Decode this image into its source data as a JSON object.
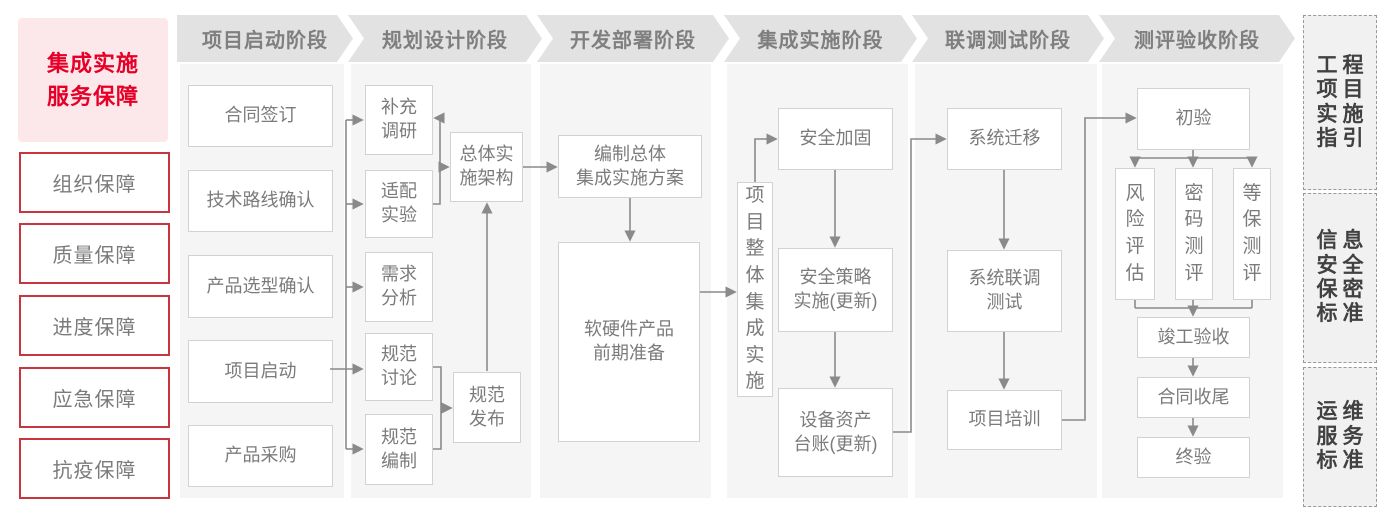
{
  "sidebar": {
    "title": {
      "line1": "集成实施",
      "line2": "服务保障"
    },
    "items": [
      {
        "label": "组织保障"
      },
      {
        "label": "质量保障"
      },
      {
        "label": "进度保障"
      },
      {
        "label": "应急保障"
      },
      {
        "label": "抗疫保障"
      }
    ]
  },
  "phases": [
    {
      "label": "项目启动阶段",
      "boxes": [
        {
          "id": "contract-signing",
          "label": "合同签订"
        },
        {
          "id": "tech-route-confirm",
          "label": "技术路线确认"
        },
        {
          "id": "product-selection-confirm",
          "label": "产品选型确认"
        },
        {
          "id": "project-kickoff",
          "label": "项目启动"
        },
        {
          "id": "product-procurement",
          "label": "产品采购"
        }
      ]
    },
    {
      "label": "规划设计阶段",
      "boxes": [
        {
          "id": "supplementary-research",
          "label": "补充\n调研"
        },
        {
          "id": "adaptation-experiment",
          "label": "适配\n实验"
        },
        {
          "id": "requirement-analysis",
          "label": "需求\n分析"
        },
        {
          "id": "spec-discussion",
          "label": "规范\n讨论"
        },
        {
          "id": "spec-drafting",
          "label": "规范\n编制"
        },
        {
          "id": "overall-implementation-architecture",
          "label": "总体实\n施架构"
        },
        {
          "id": "spec-release",
          "label": "规范\n发布"
        }
      ]
    },
    {
      "label": "开发部署阶段",
      "boxes": [
        {
          "id": "overall-integration-plan",
          "label": "编制总体\n集成实施方案"
        },
        {
          "id": "hw-sw-preparation",
          "label": "软硬件产品\n前期准备"
        }
      ]
    },
    {
      "label": "集成实施阶段",
      "boxes": [
        {
          "id": "overall-project-integration",
          "label": "项目整体集成实施"
        },
        {
          "id": "security-hardening",
          "label": "安全加固"
        },
        {
          "id": "security-policy-implementation",
          "label": "安全策略\n实施(更新)"
        },
        {
          "id": "equipment-asset-ledger",
          "label": "设备资产\n台账(更新)"
        }
      ]
    },
    {
      "label": "联调测试阶段",
      "boxes": [
        {
          "id": "system-migration",
          "label": "系统迁移"
        },
        {
          "id": "system-joint-testing",
          "label": "系统联调\n测试"
        },
        {
          "id": "project-training",
          "label": "项目培训"
        }
      ]
    },
    {
      "label": "测评验收阶段",
      "boxes": [
        {
          "id": "preliminary-acceptance",
          "label": "初验"
        },
        {
          "id": "risk-assessment",
          "label": "风险评估"
        },
        {
          "id": "crypto-testing",
          "label": "密码测评"
        },
        {
          "id": "classified-protection-testing",
          "label": "等保测评"
        },
        {
          "id": "completion-acceptance",
          "label": "竣工验收"
        },
        {
          "id": "contract-closure",
          "label": "合同收尾"
        },
        {
          "id": "final-acceptance",
          "label": "终验"
        }
      ]
    }
  ],
  "right_panels": [
    {
      "id": "project-implementation-guide",
      "rows": [
        "工程",
        "项目",
        "实施",
        "指引"
      ]
    },
    {
      "id": "infosec-confidentiality-standard",
      "rows": [
        "信息",
        "安全",
        "保密",
        "标准"
      ]
    },
    {
      "id": "om-service-standard",
      "rows": [
        "运维",
        "服务",
        "标准"
      ]
    }
  ],
  "colors": {
    "accent_red": "#e60027",
    "pink_bg": "#fce8eb",
    "red_border": "#c9353f",
    "band_bg": "#e2e2e2",
    "panel_bg": "#f5f5f5",
    "box_border": "#d2d2d2",
    "gray_text": "#7b7b7b",
    "dark_text": "#414141",
    "connector": "#8a8a8a"
  }
}
